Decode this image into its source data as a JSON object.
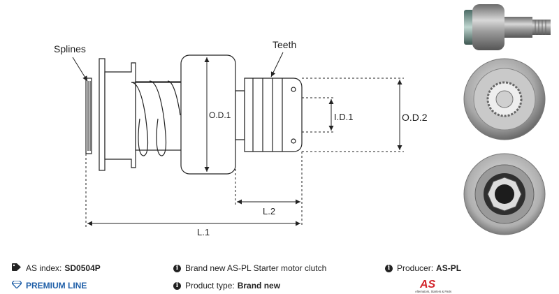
{
  "diagram": {
    "labels": {
      "splines": "Splines",
      "teeth": "Teeth",
      "od1": "O.D.1",
      "id1": "I.D.1",
      "od2": "O.D.2",
      "l1": "L.1",
      "l2": "L.2"
    }
  },
  "info": {
    "as_index_label": "AS index:",
    "as_index_value": "SD0504P",
    "premium_line": "PREMIUM LINE",
    "description": "Brand new AS-PL Starter motor clutch",
    "product_type_label": "Product type:",
    "product_type_value": "Brand new",
    "producer_label": "Producer:",
    "producer_value": "AS-PL"
  },
  "logo": {
    "mark": "AS",
    "tagline": "Alternators, Starters & Parts"
  },
  "colors": {
    "line": "#222222",
    "premium": "#1f5fa8",
    "logo_red": "#d2232a"
  },
  "icons": [
    "tag-icon",
    "diamond-icon",
    "info-icon"
  ]
}
